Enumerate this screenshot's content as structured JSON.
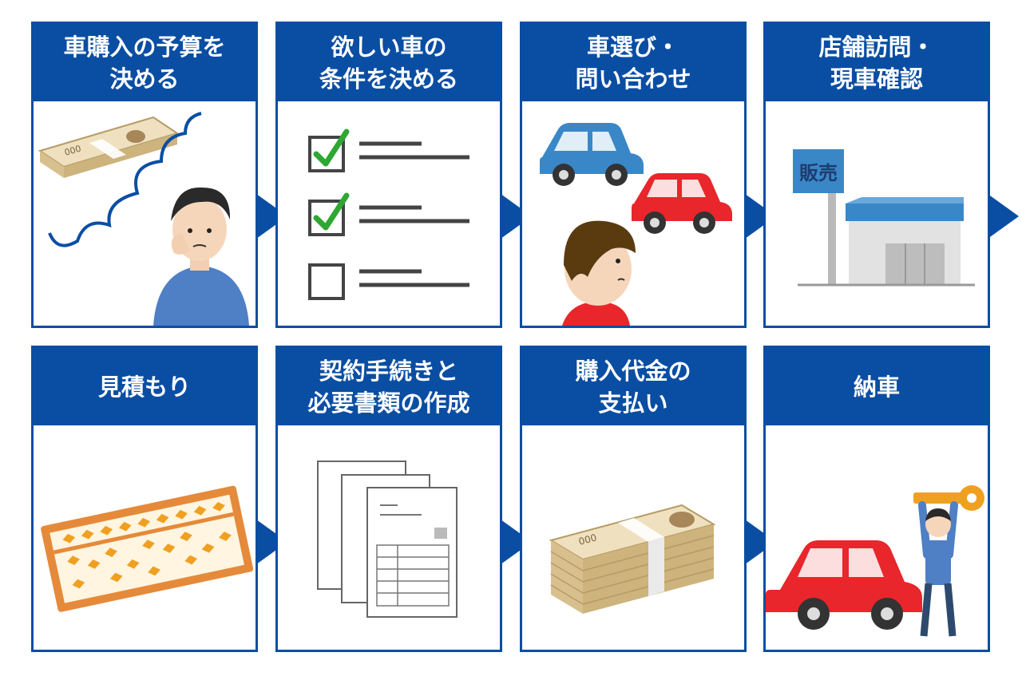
{
  "colors": {
    "brand_blue": "#0a4ea3",
    "car_red": "#e8262b",
    "car_blue": "#3a87c8",
    "check_green": "#2ea832"
  },
  "steps": [
    {
      "line1": "車購入の予算を",
      "line2": "決める"
    },
    {
      "line1": "欲しい車の",
      "line2": "条件を決める"
    },
    {
      "line1": "車選び・",
      "line2": "問い合わせ"
    },
    {
      "line1": "店舗訪問・",
      "line2": "現車確認"
    },
    {
      "line1": "見積もり",
      "line2": ""
    },
    {
      "line1": "契約手続きと",
      "line2": "必要書類の作成"
    },
    {
      "line1": "購入代金の",
      "line2": "支払い"
    },
    {
      "line1": "納車",
      "line2": ""
    }
  ],
  "illustrations": {
    "money_band_text": "000",
    "shop_sign": "販売"
  }
}
